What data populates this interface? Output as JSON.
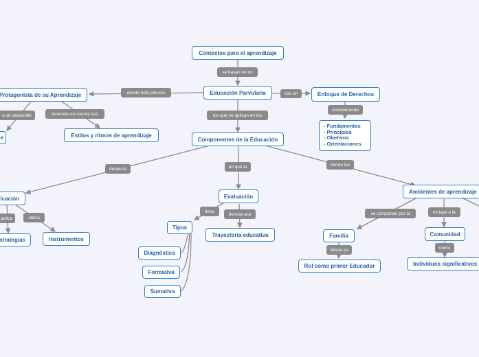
{
  "colors": {
    "background": "#f3f3fb",
    "node_border": "#2f7fc7",
    "node_text": "#1e5fa8",
    "link_label_bg": "#8a8a8a",
    "link_line": "#8c8c8c"
  },
  "nodes": {
    "contextos": "Contextos para el aprendizaje",
    "educacion_parvularia": "Educación Parvularia",
    "enfoque_derechos": "Enfoque de Derechos",
    "enfoque_items": [
      "- Fundamentos",
      "- Principios",
      "- Obetivos",
      "- Orientaciones"
    ],
    "protagonista": "Protagonista de su Aprendizaje",
    "estilos": "Estilos y ritmos de aprendizaje",
    "componentes": "Componentes de la Educación",
    "planificacion": "ficación",
    "estrategias": "strategias",
    "instrumentos": "Instrumentos",
    "evaluacion": "Evaluación",
    "tipos": "Tipos",
    "diagnostica": "Diagnóstica",
    "formativa": "Formativa",
    "sumativa": "Sumativa",
    "trayectoria": "Trayectoria educativa",
    "ambientes": "Ambientes de aprendizaje",
    "familia": "Familia",
    "rol": "Rol como primer Educador",
    "comunidad": "Comunidad",
    "individuos": "Individuos significativos",
    "partial_left": "e"
  },
  "links": {
    "se_basan_en_un": "se basan en un",
    "con_un": "con un",
    "donde_el_parvulo": "donde el/la párvulo",
    "considerando": "considerando",
    "los_que_se_aplican": "los que se aplican en los",
    "se_desarrolle": "e se desarrolle",
    "teniendo_en_cuenta": "teniendo en cuenta sus",
    "donde_la": "donde la",
    "en_que_la": "en que la",
    "donde_los": "donde los",
    "aplica": "aplica",
    "utiliza": "utiliza",
    "tiene": "tiene",
    "denota_una": "denota una",
    "se_componen_por_la": "se componen por la",
    "incluye_a_la": "incluye a la",
    "desde_su": "desde su",
    "como": "como"
  }
}
